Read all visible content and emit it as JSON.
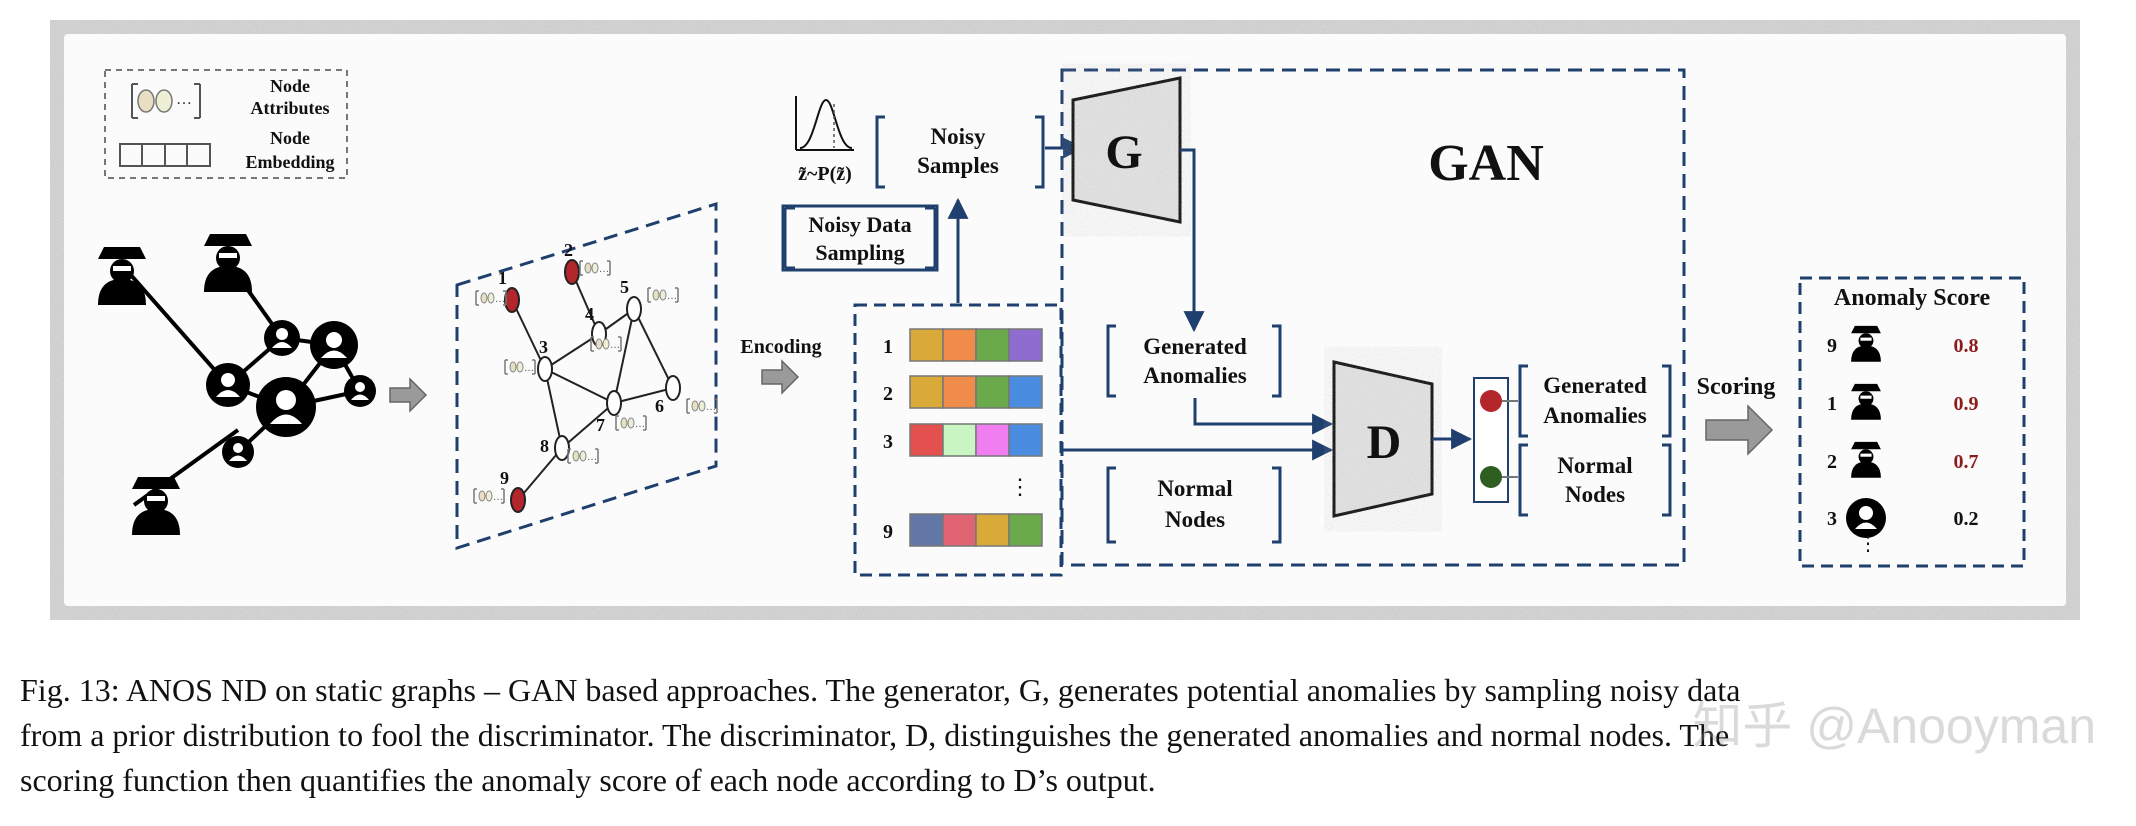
{
  "legend": {
    "attributes_label": [
      "Node",
      "Attributes"
    ],
    "embedding_label": [
      "Node",
      "Embedding"
    ]
  },
  "graph_nodes": [
    "1",
    "2",
    "3",
    "4",
    "5",
    "6",
    "7",
    "8",
    "9"
  ],
  "encoding_label": "Encoding",
  "embedding_rows": [
    "1",
    "2",
    "3",
    "⋮",
    "9"
  ],
  "prior": "z̃~P(z̃)",
  "noisy_samples": [
    "Noisy",
    "Samples"
  ],
  "noisy_data_sampling": [
    "Noisy Data",
    "Sampling"
  ],
  "gan_title": "GAN",
  "generator": "G",
  "discriminator": "D",
  "generated_anomalies_in": [
    "Generated",
    "Anomalies"
  ],
  "normal_nodes_in": [
    "Normal",
    "Nodes"
  ],
  "generated_anomalies_out": [
    "Generated",
    "Anomalies"
  ],
  "normal_nodes_out": [
    "Normal",
    "Nodes"
  ],
  "scoring_label": "Scoring",
  "score_panel": {
    "title": "Anomaly Score",
    "rows": [
      {
        "id": "9",
        "score": "0.8",
        "kind": "anomaly"
      },
      {
        "id": "1",
        "score": "0.9",
        "kind": "anomaly"
      },
      {
        "id": "2",
        "score": "0.7",
        "kind": "anomaly"
      },
      {
        "id": "3",
        "score": "0.2",
        "kind": "normal"
      }
    ],
    "more": "⋮"
  },
  "caption": [
    "Fig. 13: ANOS ND on static graphs – GAN based approaches. The generator, G, generates potential anomalies by sampling noisy data",
    "from a prior distribution to fool the discriminator. The discriminator, D, distinguishes the generated anomalies and normal nodes. The",
    "scoring function then quantifies the anomaly score of each node according to D’s output."
  ],
  "watermark": "知乎 @Anooyman",
  "colors": {
    "navy": "#1f3f6e",
    "anomaly_red": "#b3262b",
    "normal_green": "#2e5e22",
    "score_red": "#8c1c1c",
    "arrow_grey": "#9a9a9a",
    "embedding_palette": [
      "#d9a93a",
      "#ef8c4a",
      "#6aaa4a",
      "#8e6cd0",
      "#4a8de0",
      "#e2514e",
      "#c8f5c2",
      "#f07ef0",
      "#6478a8",
      "#e06472"
    ]
  }
}
